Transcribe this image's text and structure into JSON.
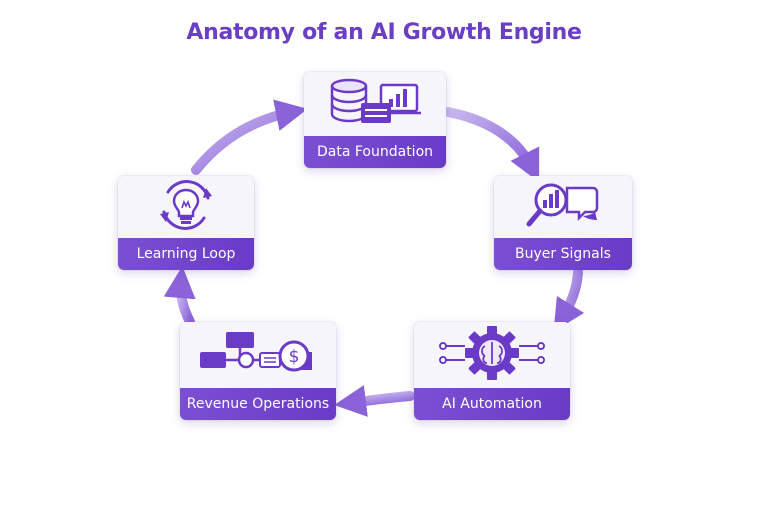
{
  "title": "Anatomy of an AI Growth Engine",
  "colors": {
    "primary": "#6a3bc6",
    "accent": "#8a63d8",
    "arrow": "#b29be6",
    "card_bg": "#f7f5fc"
  },
  "stages": [
    {
      "label": "Data Foundation",
      "icon": "database-dashboard-icon"
    },
    {
      "label": "Buyer Signals",
      "icon": "magnifier-chart-chat-icon"
    },
    {
      "label": "AI Automation",
      "icon": "gear-brain-icon"
    },
    {
      "label": "Revenue Operations",
      "icon": "flowchart-dollar-icon"
    },
    {
      "label": "Learning Loop",
      "icon": "lightbulb-cycle-icon"
    }
  ]
}
